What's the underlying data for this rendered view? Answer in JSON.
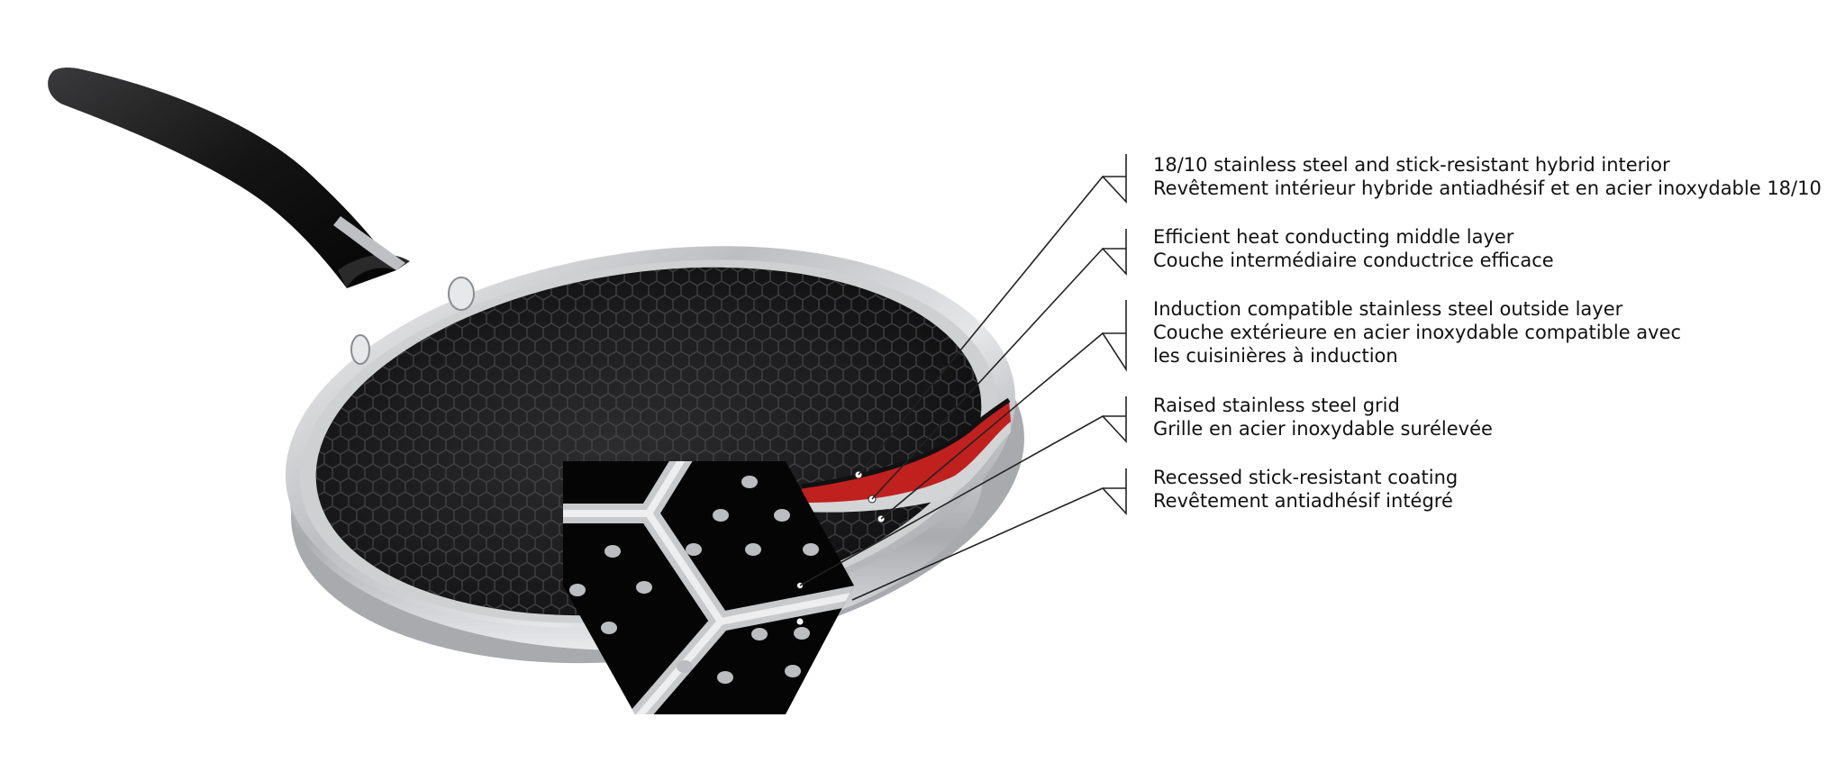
{
  "callouts": [
    {
      "en": "18/10 stainless steel and stick-resistant hybrid interior",
      "fr": "Revêtement intérieur hybride antiadhésif et en acier inoxydable 18/10"
    },
    {
      "en": "Efficient heat conducting middle layer",
      "fr": "Couche intermédiaire conductrice efficace"
    },
    {
      "en": "Induction compatible stainless steel outside layer",
      "fr": "Couche extérieure en acier inoxydable compatible avec",
      "fr2": "les cuisinières à induction"
    },
    {
      "en": "Raised stainless steel grid",
      "fr": "Grille en acier inoxydable surélevée"
    },
    {
      "en": "Recessed stick-resistant coating",
      "fr": "Revêtement antiadhésif intégré"
    }
  ],
  "colors": {
    "background": "#ffffff",
    "steel": "#c9cacc",
    "coating": "#161616",
    "middle_layer": "#c0201e",
    "handle": "#141414",
    "leader_line": "#222222"
  }
}
